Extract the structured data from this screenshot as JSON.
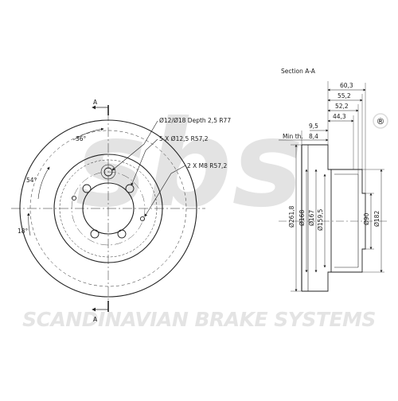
{
  "watermark": {
    "logo_text": "sbs",
    "registered": "®",
    "brand_line": "SCANDINAVIAN BRAKE SYSTEMS"
  },
  "front_view": {
    "section_mark_top": "A",
    "section_mark_bottom": "A",
    "angle_36": "36°",
    "angle_54": "54°",
    "angle_18": "18°",
    "callout_bore": "Ø12/Ø18 Depth 2,5  R77",
    "callout_holes": "5 X Ø12,5  R57,2",
    "callout_threads": "2 X M8  R57,2"
  },
  "section_view": {
    "title": "Section A-A",
    "dim_60_3": "60,3",
    "dim_55_2": "55,2",
    "dim_52_2": "52,2",
    "dim_44_3": "44,3",
    "dim_9_5": "9,5",
    "min_th_label": "Min th.",
    "min_th_value": "8,4",
    "dia_261_8": "Ø261,8",
    "dia_168": "Ø168",
    "dia_167": "Ø167",
    "dia_159_5": "Ø159,5",
    "dia_90": "Ø90",
    "dia_182": "Ø182"
  }
}
